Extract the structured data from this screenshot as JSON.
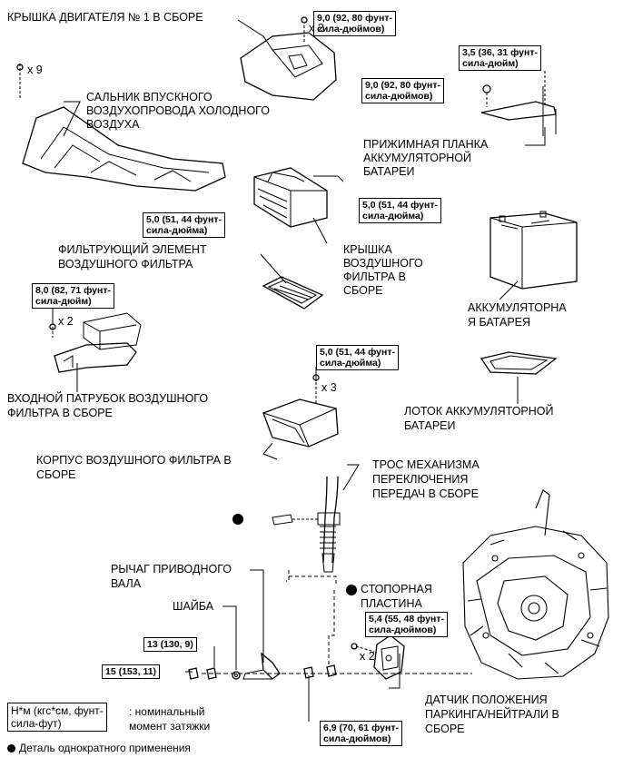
{
  "labels": {
    "engine_cover": "КРЫШКА ДВИГАТЕЛЯ № 1 В СБОРЕ",
    "intake_seal_1": "САЛЬНИК ВПУСКНОГО",
    "intake_seal_2": "ВОЗДУХОПРОВОДА ХОЛОДНОГО",
    "intake_seal_3": "ВОЗДУХА",
    "battery_clamp_1": "ПРИЖИМНАЯ ПЛАНКА",
    "battery_clamp_2": "АККУМУЛЯТОРНОЙ",
    "battery_clamp_3": "БАТАРЕИ",
    "filter_cover_1": "КРЫШКА",
    "filter_cover_2": "ВОЗДУШНОГО",
    "filter_cover_3": "ФИЛЬТРА В",
    "filter_cover_4": "СБОРЕ",
    "filter_element_1": "ФИЛЬТРУЮЩИЙ ЭЛЕМЕНТ",
    "filter_element_2": "ВОЗДУШНОГО ФИЛЬТРА",
    "battery_1": "АККУМУЛЯТОРНА",
    "battery_2": "Я БАТАРЕЯ",
    "battery_tray_1": "ЛОТОК АККУМУЛЯТОРНОЙ",
    "battery_tray_2": "БАТАРЕИ",
    "inlet_1": "ВХОДНОЙ ПАТРУБОК ВОЗДУШНОГО",
    "inlet_2": "ФИЛЬТРА В СБОРЕ",
    "filter_case_1": "КОРПУС ВОЗДУШНОГО ФИЛЬТРА В",
    "filter_case_2": "СБОРЕ",
    "shift_cable_1": "ТРОС МЕХАНИЗМА",
    "shift_cable_2": "ПЕРЕКЛЮЧЕНИЯ",
    "shift_cable_3": "ПЕРЕДАЧ В СБОРЕ",
    "lever_1": "РЫЧАГ ПРИВОДНОГО",
    "lever_2": "ВАЛА",
    "washer": "ШАЙБА",
    "lock_plate_1": "СТОПОРНАЯ",
    "lock_plate_2": "ПЛАСТИНА",
    "sensor_1": "ДАТЧИК ПОЛОЖЕНИЯ",
    "sensor_2": "ПАРКИНГА/НЕЙТРАЛИ В",
    "sensor_3": "СБОРЕ"
  },
  "torques": {
    "t1_a": "9,0 (92, 80 фунт-",
    "t1_b": "сила-дюймов)",
    "t2_a": "3,5 (36, 31 фунт-",
    "t2_b": "сила-дюйм)",
    "t3_a": "9,0 (92, 80 фунт-",
    "t3_b": "сила-дюймов)",
    "t4_a": "5,0 (51, 44 фунт-",
    "t4_b": "сила-дюйма)",
    "t5_a": "5,0 (51, 44 фунт-",
    "t5_b": "сила-дюйма)",
    "t6_a": "8,0 (82, 71 фунт-",
    "t6_b": "сила-дюйм)",
    "t7_a": "5,0 (51, 44 фунт-",
    "t7_b": "сила-дюйма)",
    "t8_a": "5,4 (55, 48 фунт-",
    "t8_b": "сила-дюймов)",
    "t9": "13 (130, 9)",
    "t10": "15 (153, 11)",
    "t11_a": "6,9 (70, 61 фунт-",
    "t11_b": "сила-дюймов)"
  },
  "quantities": {
    "q_cover": "x 2",
    "q_seal": "x 9",
    "q_inlet": "x 2",
    "q_case": "x 3",
    "q_sensor": "x 2"
  },
  "legend": {
    "unit_a": "Н*м (кгс*см, фунт-",
    "unit_b": "сила-фут)",
    "desc_a": ": номинальный",
    "desc_b": "момент затяжки",
    "single_use": "Деталь однократного применения"
  }
}
